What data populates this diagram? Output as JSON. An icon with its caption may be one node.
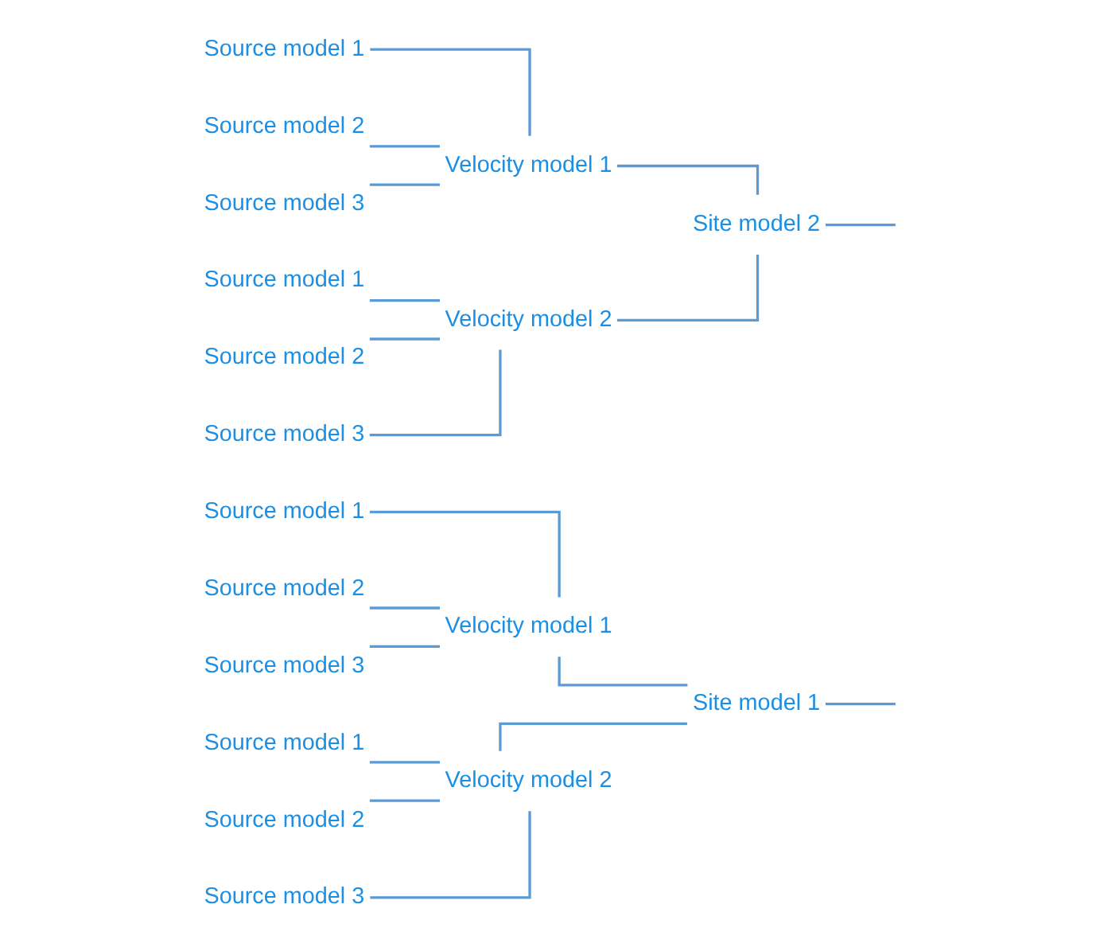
{
  "diagram": {
    "nodes": [
      {
        "text": [
          "Source model 1"
        ]
      },
      {
        "text": [
          "Velocity model 1"
        ]
      },
      {
        "text": [
          "Source model 2"
        ]
      },
      {
        "text": [
          "Source model 3"
        ]
      },
      {
        "text": [
          "Site model 1"
        ]
      },
      {
        "text": [
          "Source model 1"
        ]
      },
      {
        "text": [
          "Velocity model 2"
        ]
      },
      {
        "text": [
          "Source model 2"
        ]
      },
      {
        "text": [
          "Source model 3"
        ]
      },
      {
        "text": [
          "Source model 1"
        ]
      },
      {
        "text": [
          "Velocity model 1"
        ]
      },
      {
        "text": [
          "Source model 2"
        ]
      },
      {
        "text": [
          "Source model 3"
        ]
      },
      {
        "text": [
          "Site model 2"
        ]
      },
      {
        "text": [
          "Source model 1"
        ]
      },
      {
        "text": [
          "Velocity model 2"
        ]
      },
      {
        "text": [
          "Source model 2"
        ]
      },
      {
        "text": [
          "Source model 3"
        ]
      }
    ],
    "edges": [
      {
        "from": 0,
        "to": 1,
        "arrow": "none"
      },
      {
        "from": 2,
        "to": 1,
        "arrow": "none"
      },
      {
        "from": 3,
        "to": 1,
        "arrow": "none"
      },
      {
        "from": 5,
        "to": 6,
        "arrow": "none"
      },
      {
        "from": 7,
        "to": 6,
        "arrow": "none"
      },
      {
        "from": 8,
        "to": 6,
        "arrow": "none"
      },
      {
        "from": 9,
        "to": 10,
        "arrow": "none"
      },
      {
        "from": 11,
        "to": 10,
        "arrow": "none"
      },
      {
        "from": 12,
        "to": 10,
        "arrow": "none"
      },
      {
        "from": 14,
        "to": 15,
        "arrow": "none"
      },
      {
        "from": 16,
        "to": 15,
        "arrow": "none"
      },
      {
        "from": 17,
        "to": 15,
        "arrow": "none"
      },
      {
        "from": 1,
        "to": 4,
        "arrow": "none"
      },
      {
        "from": 6,
        "to": 4,
        "arrow": "none"
      },
      {
        "from": 10,
        "to": 13,
        "arrow": "none"
      },
      {
        "from": 15,
        "to": 13,
        "arrow": "none"
      },
      {
        "from": 4,
        "to": null,
        "arrow": "none"
      },
      {
        "from": 13,
        "to": null,
        "arrow": "none"
      }
    ]
  }
}
